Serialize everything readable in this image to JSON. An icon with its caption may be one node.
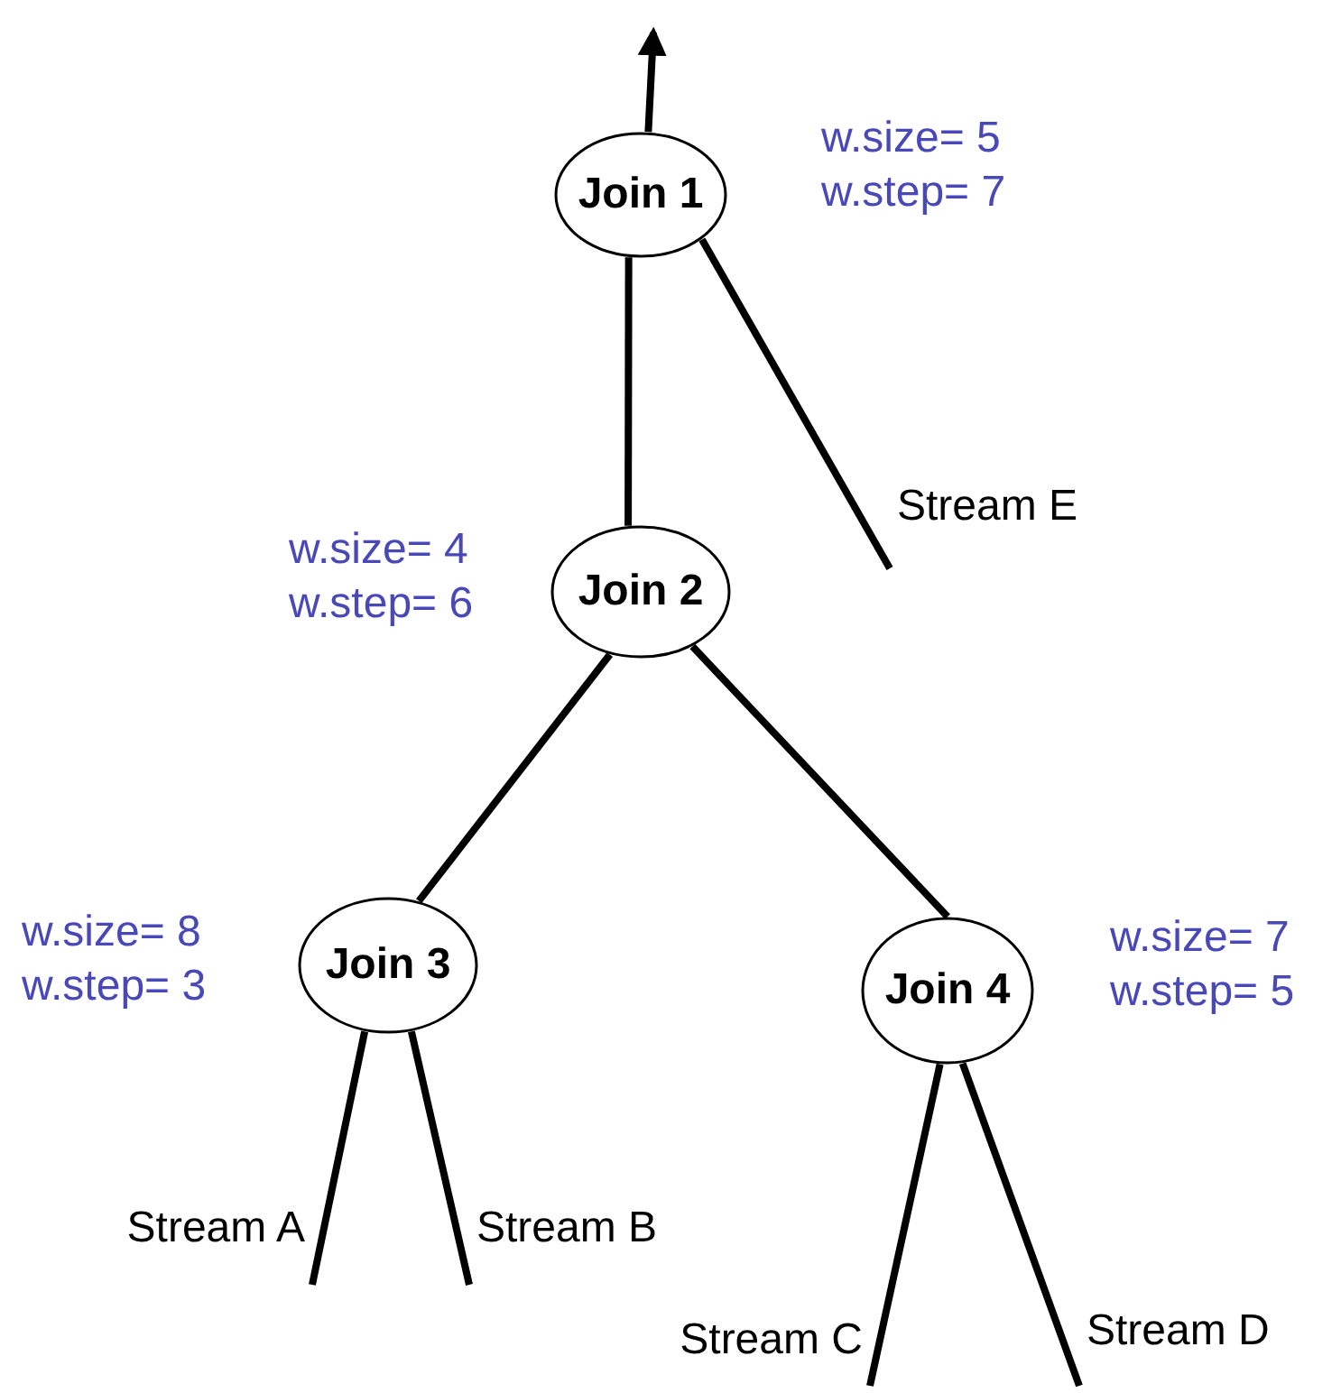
{
  "diagram": {
    "nodes": [
      {
        "text": [
          "Join 1"
        ],
        "beside": [
          "w.size= 5",
          "w.step= 7"
        ]
      },
      {
        "text": [
          "Join 2"
        ],
        "beside": [
          "w.size= 4",
          "w.step= 6"
        ]
      },
      {
        "text": [
          "Stream E"
        ]
      },
      {
        "text": [
          "Join 3"
        ],
        "beside": [
          "w.size= 8",
          "w.step= 3"
        ]
      },
      {
        "text": [
          "Join 4"
        ],
        "beside": [
          "w.size= 7",
          "w.step= 5"
        ]
      },
      {
        "text": [
          "Stream A"
        ]
      },
      {
        "text": [
          "Stream B"
        ]
      },
      {
        "text": [
          "Stream C"
        ]
      },
      {
        "text": [
          "Stream D"
        ]
      }
    ],
    "edges": [
      {
        "from": 0,
        "to": null,
        "arrow": "to"
      },
      {
        "from": 0,
        "to": 1,
        "arrow": "none"
      },
      {
        "from": 0,
        "to": 2,
        "arrow": "none"
      },
      {
        "from": 1,
        "to": 3,
        "arrow": "none"
      },
      {
        "from": 1,
        "to": 4,
        "arrow": "none"
      },
      {
        "from": 3,
        "to": 5,
        "arrow": "none"
      },
      {
        "from": 3,
        "to": 6,
        "arrow": "none"
      },
      {
        "from": 4,
        "to": 7,
        "arrow": "none"
      },
      {
        "from": 4,
        "to": 8,
        "arrow": "none"
      }
    ]
  }
}
